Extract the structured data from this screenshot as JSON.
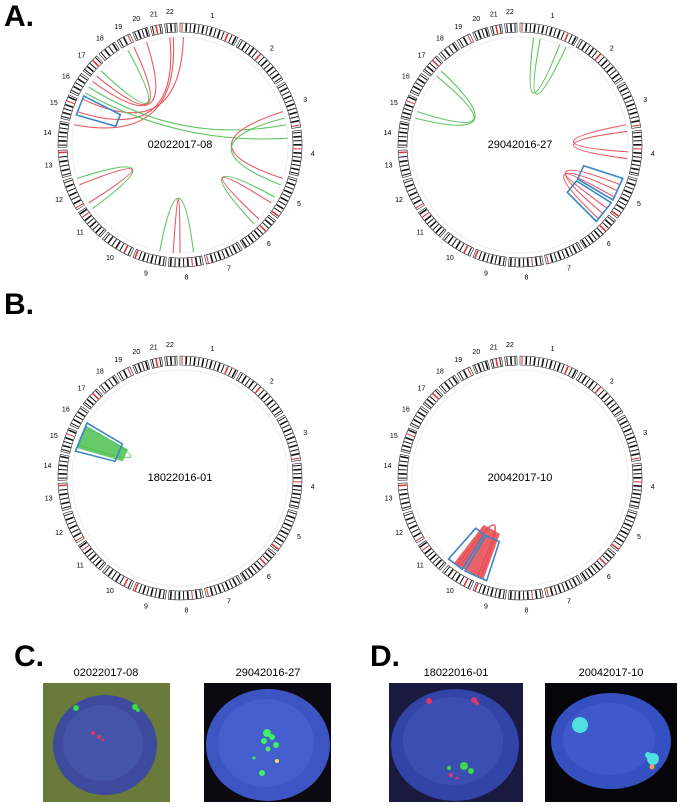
{
  "panels": {
    "a_letter": "A.",
    "b_letter": "B.",
    "c_letter": "C.",
    "d_letter": "D."
  },
  "colors": {
    "red": "#e8454f",
    "green": "#4cbf4f",
    "blue_box": "#3a86c8",
    "band_dark": "#111111",
    "band_red": "#e03030",
    "fish_bg_blue": "#2f3f9e"
  },
  "chromosomes": [
    "1",
    "2",
    "3",
    "4",
    "5",
    "6",
    "7",
    "8",
    "9",
    "10",
    "11",
    "12",
    "13",
    "14",
    "15",
    "16",
    "17",
    "18",
    "19",
    "20",
    "21",
    "22"
  ],
  "circos_plots": [
    {
      "id": "a1",
      "label": "02022017-08",
      "links": [
        {
          "color": "red",
          "from": 0.985,
          "to": 0.8,
          "w": 1
        },
        {
          "color": "red",
          "from": 0.99,
          "to": 0.78,
          "w": 1
        },
        {
          "color": "red",
          "from": 0.005,
          "to": 0.82,
          "w": 1
        },
        {
          "color": "red",
          "from": 0.95,
          "to": 0.85,
          "w": 1
        },
        {
          "color": "red",
          "from": 0.93,
          "to": 0.86,
          "w": 1
        },
        {
          "color": "green",
          "from": 0.92,
          "to": 0.87,
          "w": 1
        },
        {
          "color": "green",
          "from": 0.83,
          "to": 0.24,
          "w": 1
        },
        {
          "color": "green",
          "from": 0.84,
          "to": 0.22,
          "w": 1
        },
        {
          "color": "red",
          "from": 0.2,
          "to": 0.3,
          "w": 1
        },
        {
          "color": "green",
          "from": 0.21,
          "to": 0.31,
          "w": 1
        },
        {
          "color": "green",
          "from": 0.33,
          "to": 0.38,
          "w": 1
        },
        {
          "color": "red",
          "from": 0.34,
          "to": 0.37,
          "w": 1
        },
        {
          "color": "red",
          "from": 0.5,
          "to": 0.51,
          "w": 1
        },
        {
          "color": "green",
          "from": 0.48,
          "to": 0.53,
          "w": 1
        },
        {
          "color": "green",
          "from": 0.65,
          "to": 0.7,
          "w": 1
        },
        {
          "color": "red",
          "from": 0.66,
          "to": 0.69,
          "w": 1
        }
      ],
      "boxes": [
        {
          "start": 0.795,
          "end": 0.825
        }
      ]
    },
    {
      "id": "a2",
      "label": "29042016-27",
      "links": [
        {
          "color": "green",
          "from": 0.86,
          "to": 0.8,
          "w": 1
        },
        {
          "color": "green",
          "from": 0.87,
          "to": 0.79,
          "w": 1
        },
        {
          "color": "green",
          "from": 0.02,
          "to": 0.06,
          "w": 1
        },
        {
          "color": "green",
          "from": 0.03,
          "to": 0.07,
          "w": 1
        },
        {
          "color": "red",
          "from": 0.22,
          "to": 0.26,
          "w": 1
        },
        {
          "color": "red",
          "from": 0.23,
          "to": 0.27,
          "w": 1
        },
        {
          "color": "red",
          "from": 0.31,
          "to": 0.36,
          "w": 1
        },
        {
          "color": "red",
          "from": 0.32,
          "to": 0.37,
          "w": 1
        },
        {
          "color": "red",
          "from": 0.33,
          "to": 0.35,
          "w": 1
        }
      ],
      "boxes": [
        {
          "start": 0.3,
          "end": 0.335
        },
        {
          "start": 0.34,
          "end": 0.375
        }
      ]
    },
    {
      "id": "b1",
      "label": "18022016-01",
      "links": [
        {
          "color": "green",
          "from": 0.8,
          "to": 0.83,
          "w": 1
        }
      ],
      "boxes": [
        {
          "start": 0.79,
          "end": 0.835
        }
      ],
      "fill": {
        "color": "green",
        "start": 0.795,
        "end": 0.83
      }
    },
    {
      "id": "b2",
      "label": "20042017-10",
      "links": [
        {
          "color": "red",
          "from": 0.56,
          "to": 0.6,
          "w": 1
        },
        {
          "color": "red",
          "from": 0.565,
          "to": 0.595,
          "w": 1
        }
      ],
      "boxes": [
        {
          "start": 0.55,
          "end": 0.585
        },
        {
          "start": 0.59,
          "end": 0.615
        }
      ],
      "fill": {
        "color": "red",
        "start": 0.555,
        "end": 0.605
      }
    }
  ],
  "fish_images": [
    {
      "id": "c1",
      "caption": "02022017-08"
    },
    {
      "id": "c2",
      "caption": "29042016-27"
    },
    {
      "id": "d1",
      "caption": "18022016-01"
    },
    {
      "id": "d2",
      "caption": "20042017-10"
    }
  ]
}
